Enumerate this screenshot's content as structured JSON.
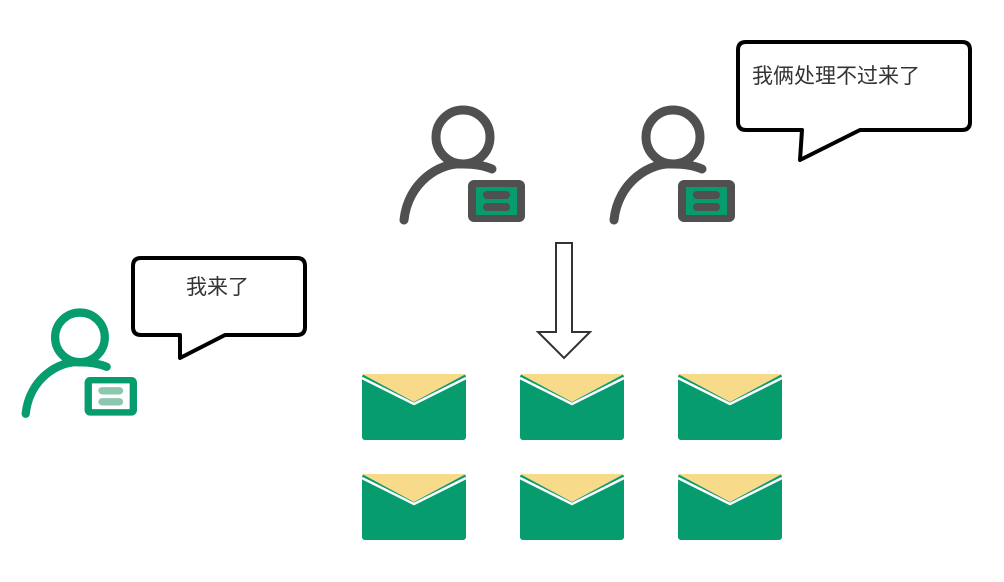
{
  "bubbles": {
    "overloaded_workers": "我俩处理不过来了",
    "new_worker": "我来了"
  },
  "colors": {
    "gray": "#505050",
    "green": "#069c6e",
    "light_green": "#8cc7ae",
    "envelope_flap": "#f7da8a"
  },
  "envelope_count": 6
}
